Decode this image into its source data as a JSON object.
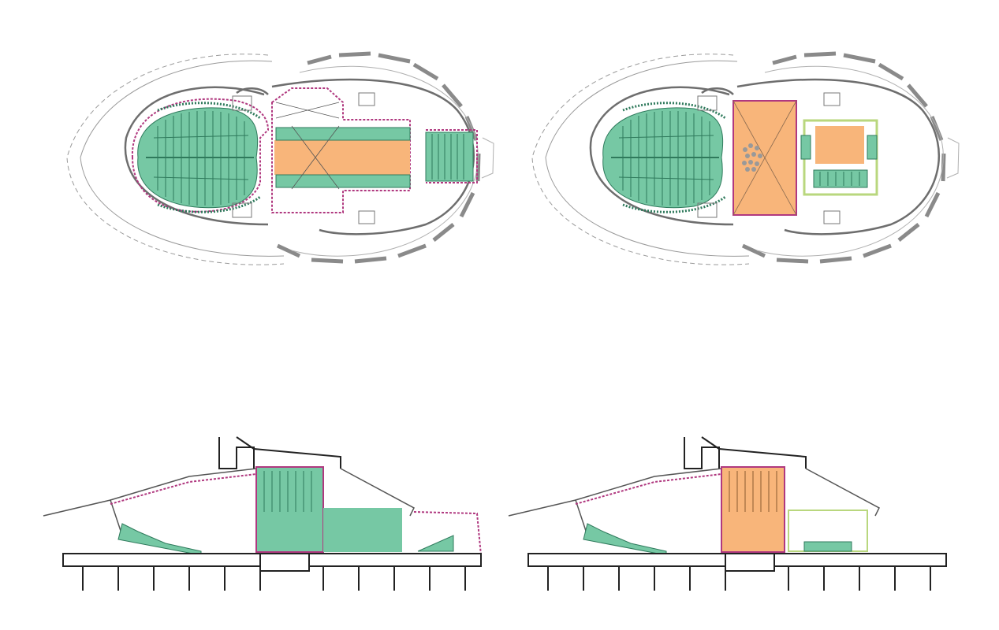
{
  "colors": {
    "background": "#ffffff",
    "seating_green": "#76c8a4",
    "seating_green_dark": "#2f7a5c",
    "stage_orange": "#f8b57a",
    "boundary_magenta": "#b0387f",
    "boundary_lime": "#b9d77e",
    "wall_gray": "#7a7a7a",
    "structure_black": "#222222",
    "facade_light": "#9a9a9a"
  },
  "panels": [
    {
      "id": "plan-left",
      "kind": "floor-plan",
      "configuration": "proscenium",
      "stage": "orange-linear",
      "rear_seating": "green"
    },
    {
      "id": "plan-right",
      "kind": "floor-plan",
      "configuration": "split",
      "stage": "orange-square",
      "rear_hall": "lime-outlined"
    },
    {
      "id": "section-left",
      "kind": "section",
      "highlight": "green"
    },
    {
      "id": "section-right",
      "kind": "section",
      "highlight": "orange"
    }
  ]
}
